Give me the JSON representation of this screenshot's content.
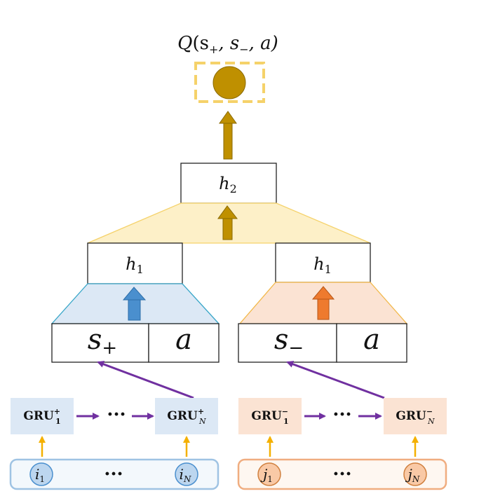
{
  "output": {
    "label_main": "Q",
    "label_args": "(s",
    "sub_plus": "+",
    "comma1": ", s",
    "sub_minus": "−",
    "tail": ", a)"
  },
  "hidden2": {
    "label": "h",
    "sub": "2"
  },
  "hidden1_left": {
    "label": "h",
    "sub": "1"
  },
  "hidden1_right": {
    "label": "h",
    "sub": "1"
  },
  "state_left": {
    "label": "s",
    "sub": "+",
    "action": "a"
  },
  "state_right": {
    "label": "s",
    "sub": "−",
    "action": "a"
  },
  "gru_left": {
    "first": {
      "label": "GRU",
      "sup": "+",
      "sub": "1"
    },
    "last": {
      "label": "GRU",
      "sup": "+",
      "sub": "N"
    },
    "ellipsis": "···"
  },
  "gru_right": {
    "first": {
      "label": "GRU",
      "sup": "−",
      "sub": "1"
    },
    "last": {
      "label": "GRU",
      "sup": "−",
      "sub": "N"
    },
    "ellipsis": "···"
  },
  "items_left": {
    "first": "i",
    "first_sub": "1",
    "last": "i",
    "last_sub": "N",
    "ellipsis": "···"
  },
  "items_right": {
    "first": "j",
    "first_sub": "1",
    "last": "j",
    "last_sub": "N",
    "ellipsis": "···"
  },
  "colors": {
    "gold": "#bf9000",
    "gold_dark": "#8a6a00",
    "yellow_light": "#fdf0c8",
    "yellow_edge": "#f5d26a",
    "blue_light": "#dce8f5",
    "blue_arrow": "#4a8fce",
    "blue_edge": "#38a6c8",
    "orange_light": "#fbe3d3",
    "orange_arrow": "#ee7a2e",
    "orange_edge": "#f2b84a",
    "purple": "#7030a0",
    "arrow_yellow": "#f4b000",
    "item_blue_bg": "#f3f8fc",
    "item_blue_edge": "#9fc3e3",
    "item_orange_bg": "#fef7f1",
    "item_orange_edge": "#f0ad80"
  }
}
